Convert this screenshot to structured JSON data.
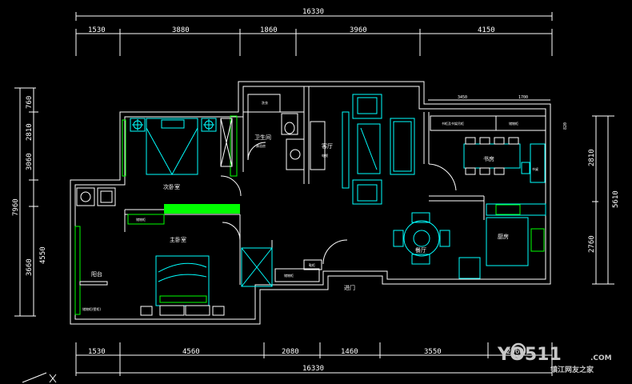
{
  "dimensions": {
    "top_total": "16330",
    "top_segments": [
      "1530",
      "3880",
      "1860",
      "3960",
      "4150"
    ],
    "top_small": [
      "3450",
      "1700"
    ],
    "bottom_total": "16330",
    "bottom_segments": [
      "1530",
      "4560",
      "2080",
      "1460",
      "3550",
      "2060"
    ],
    "left_outer": "7960",
    "left_top": [
      "760",
      "2810",
      "3060"
    ],
    "left_bottom": [
      "4550",
      "3660"
    ],
    "right_outer": "5610",
    "right_inner": [
      "2810",
      "2760"
    ],
    "right_small": "820"
  },
  "rooms": {
    "second_bedroom": "次卧室",
    "master_bedroom": "主卧室",
    "bathroom": "卫生间",
    "living_room": "客厅",
    "study": "书房",
    "dining": "餐厅",
    "kitchen": "厨房",
    "balcony": "阳台",
    "entrance": "进门"
  },
  "labels": {
    "wardrobe_1": "储物柜",
    "wardrobe_2": "储物柜",
    "wardrobe_3": "储物柜",
    "bookshelf": "书柜及书架吊柜",
    "study_storage": "储物柜",
    "balcony_storage": "储物柜(壁柜)",
    "shoe_cabinet": "鞋柜",
    "laundry": "洗衣",
    "toilet_bath": "淋浴房",
    "desk": "书桌",
    "tv": "电视"
  },
  "watermark": {
    "brand": "YO511",
    "domain": ".COM",
    "tagline": "镇江网友之家"
  }
}
